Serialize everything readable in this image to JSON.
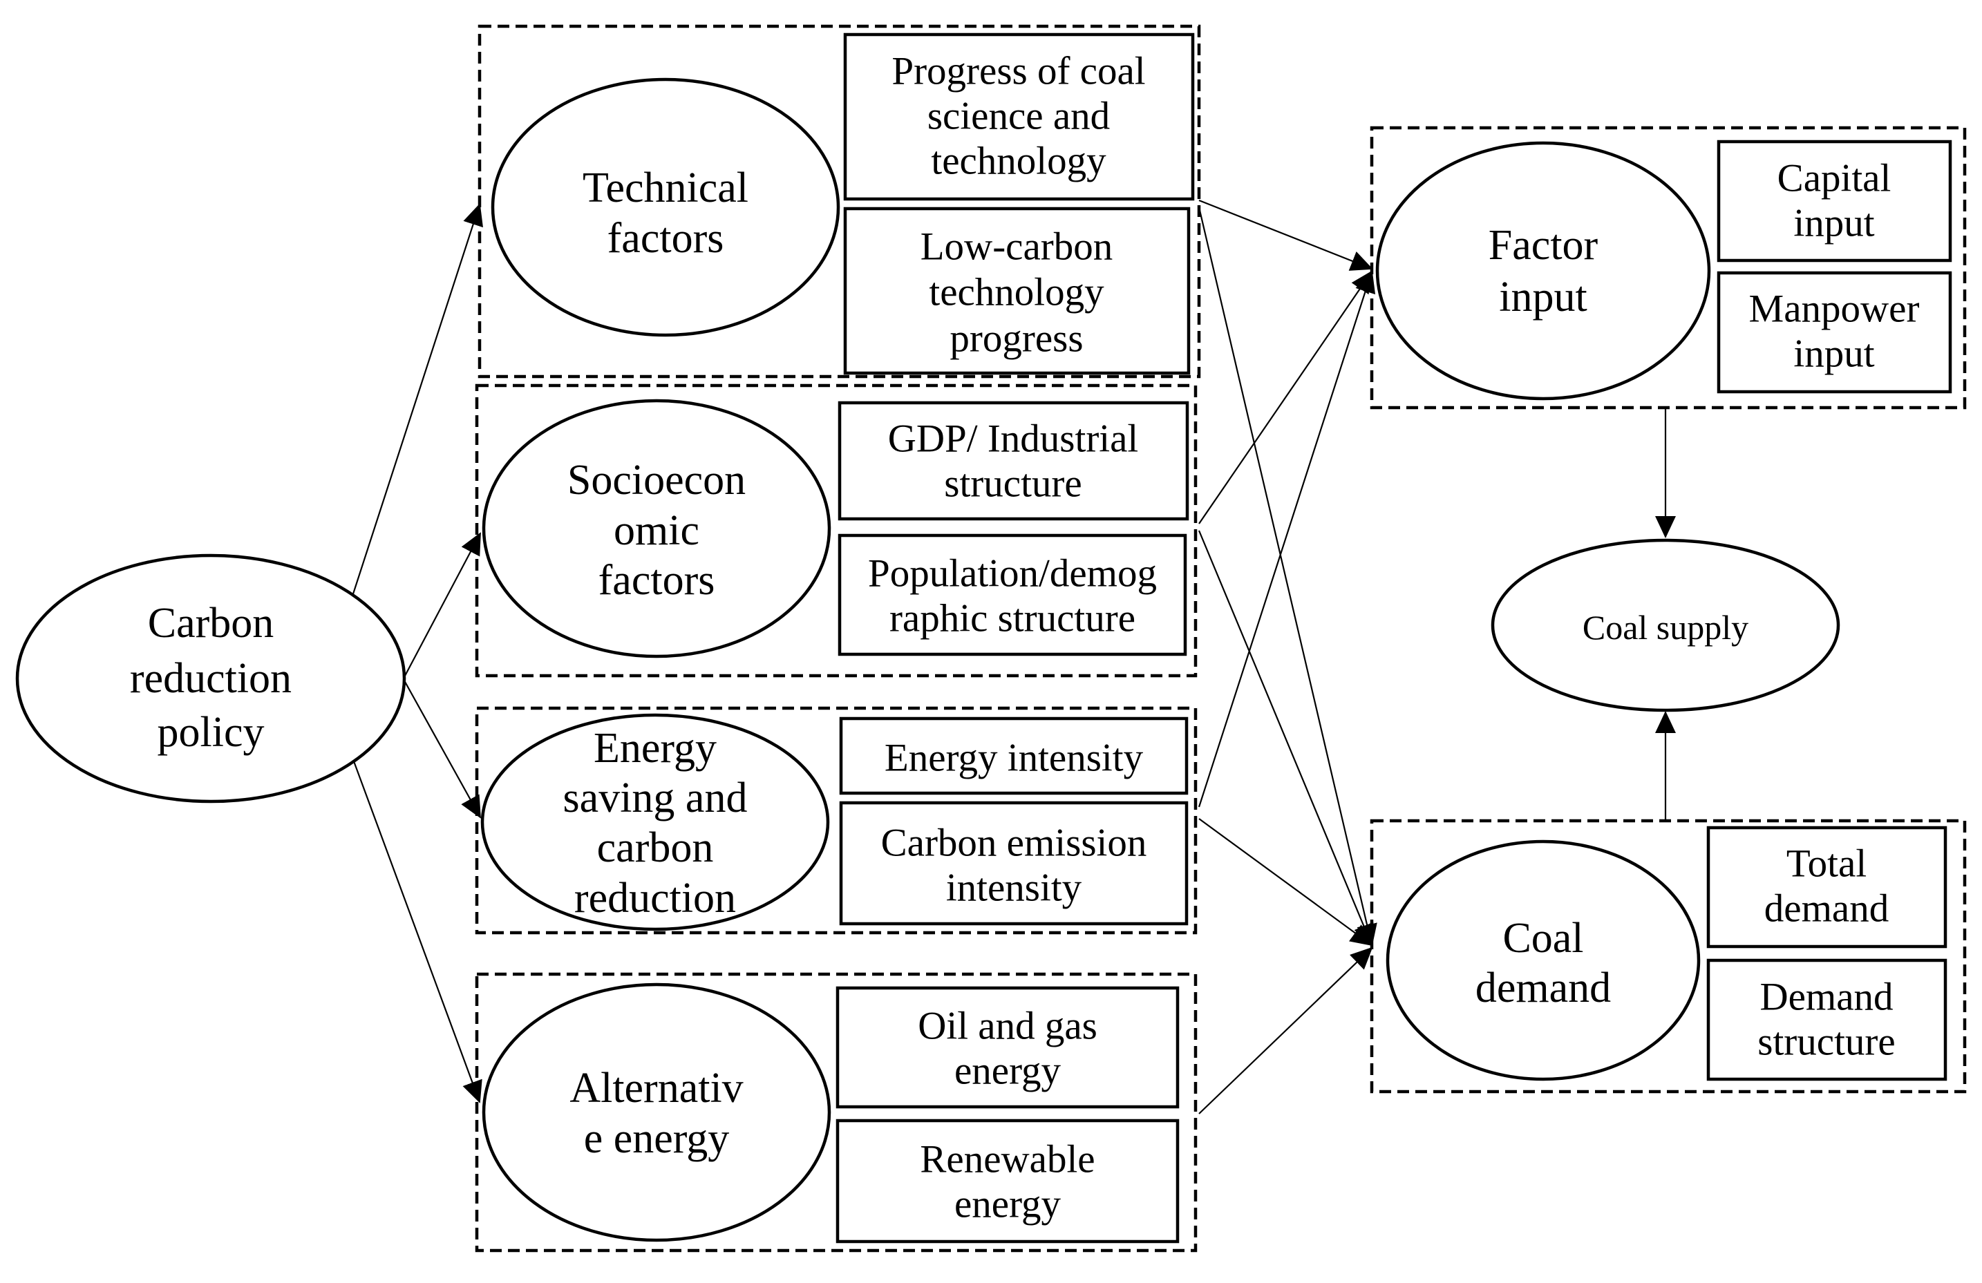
{
  "root": {
    "lines": [
      "Carbon",
      "reduction",
      "policy"
    ]
  },
  "groups": {
    "technical": {
      "factor": [
        "Technical",
        "factors"
      ],
      "items": [
        [
          "Progress of coal",
          "science and",
          "technology"
        ],
        [
          "Low-carbon",
          "technology",
          "progress"
        ]
      ]
    },
    "socioeconomic": {
      "factor": [
        "Socioecon",
        "omic",
        "factors"
      ],
      "items": [
        [
          "GDP/ Industrial",
          "structure"
        ],
        [
          "Population/demog",
          "raphic structure"
        ]
      ]
    },
    "energy_saving": {
      "factor": [
        "Energy",
        "saving and",
        "carbon",
        "reduction"
      ],
      "items": [
        [
          "Energy intensity"
        ],
        [
          "Carbon emission",
          "intensity"
        ]
      ]
    },
    "alternative": {
      "factor": [
        "Alternativ",
        "e energy"
      ],
      "items": [
        [
          "Oil and gas",
          "energy"
        ],
        [
          "Renewable",
          "energy"
        ]
      ]
    }
  },
  "factor_input": {
    "factor": [
      "Factor",
      "input"
    ],
    "items": [
      [
        "Capital",
        "input"
      ],
      [
        "Manpower",
        "input"
      ]
    ]
  },
  "coal_demand": {
    "factor": [
      "Coal",
      "demand"
    ],
    "items": [
      [
        "Total",
        "demand"
      ],
      [
        "Demand",
        "structure"
      ]
    ]
  },
  "coal_supply": {
    "lines": [
      "Coal supply"
    ]
  }
}
